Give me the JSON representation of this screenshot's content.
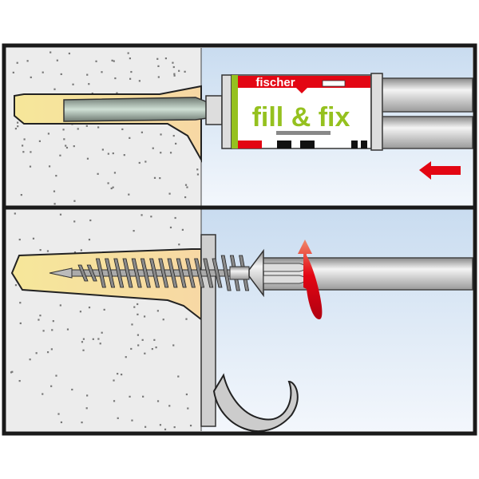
{
  "brand": {
    "name": "fischer",
    "product": "fill & fix"
  },
  "panels": [
    {
      "step": "inject",
      "direction": "arrow-left"
    },
    {
      "step": "screw-in",
      "direction": "rotate-clockwise"
    }
  ],
  "colors": {
    "brand_red": "#e30613",
    "product_green": "#95c11f",
    "wall": "#ececec",
    "background_blue": "#c9dcf0",
    "resin": "#f8e6a6"
  }
}
